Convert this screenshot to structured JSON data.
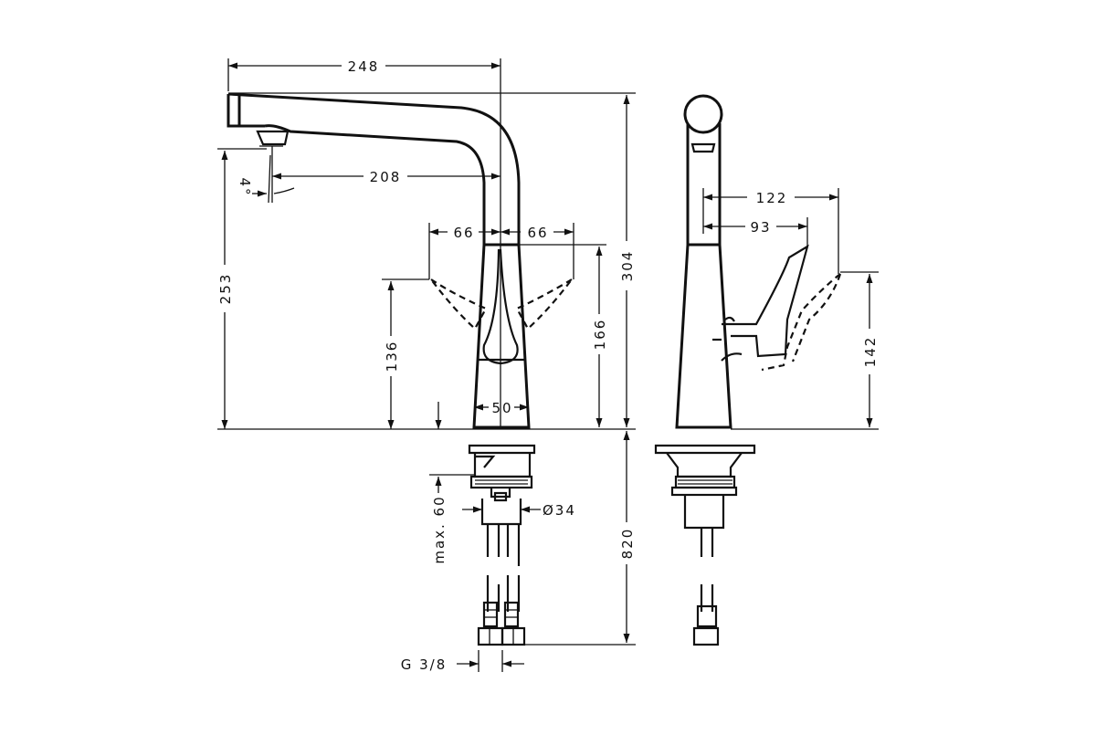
{
  "dimensions": {
    "spout_reach_total": "248",
    "spout_reach_outlet": "208",
    "outlet_angle": "4°",
    "outlet_height": "253",
    "total_height": "304",
    "handle_left": "66",
    "handle_right": "66",
    "handle_height": "136",
    "body_height": "166",
    "base_width": "50",
    "side_reach_outer": "122",
    "side_reach_inner": "93",
    "side_handle_height": "142",
    "max_deck": "max. 60",
    "shank_diameter": "Ø34",
    "hose_length": "820",
    "connection": "G 3/8"
  }
}
